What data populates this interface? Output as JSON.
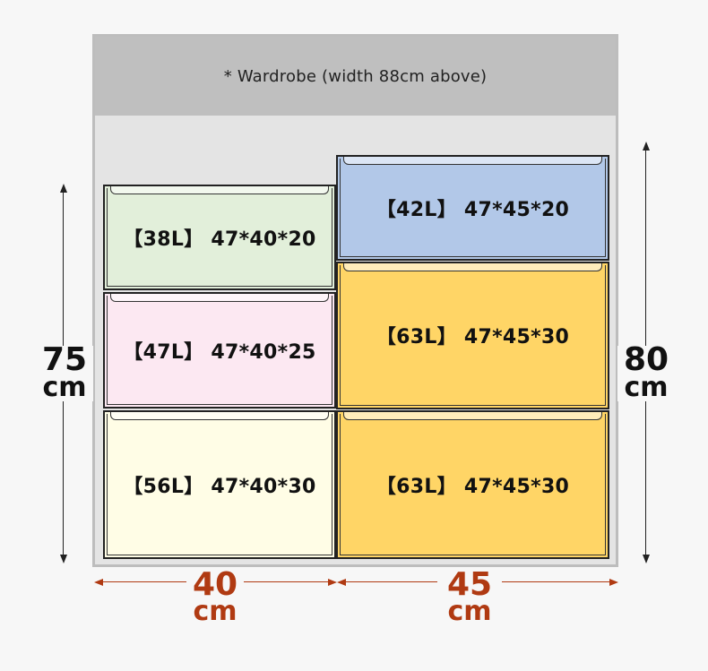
{
  "wardrobe": {
    "note": "* Wardrobe (width 88cm above)"
  },
  "drawers": [
    {
      "label": "【38L】 47*40*20",
      "color": "#e2efda"
    },
    {
      "label": "【47L】 47*40*25",
      "color": "#fce8f2"
    },
    {
      "label": "【56L】 47*40*30",
      "color": "#fffde6"
    },
    {
      "label": "【42L】 47*45*20",
      "color": "#b2c8e8"
    },
    {
      "label": "【63L】 47*45*30",
      "color": "#ffd566"
    },
    {
      "label": "【63L】 47*45*30",
      "color": "#ffd566"
    }
  ],
  "dimensions": {
    "left_height": {
      "value": "75",
      "unit": "cm"
    },
    "right_height": {
      "value": "80",
      "unit": "cm"
    },
    "left_width": {
      "value": "40",
      "unit": "cm"
    },
    "right_width": {
      "value": "45",
      "unit": "cm"
    }
  },
  "colors": {
    "dimension_accent": "#b03a12",
    "wardrobe_header": "#bfbfbf",
    "wardrobe_body": "#e4e4e4"
  }
}
